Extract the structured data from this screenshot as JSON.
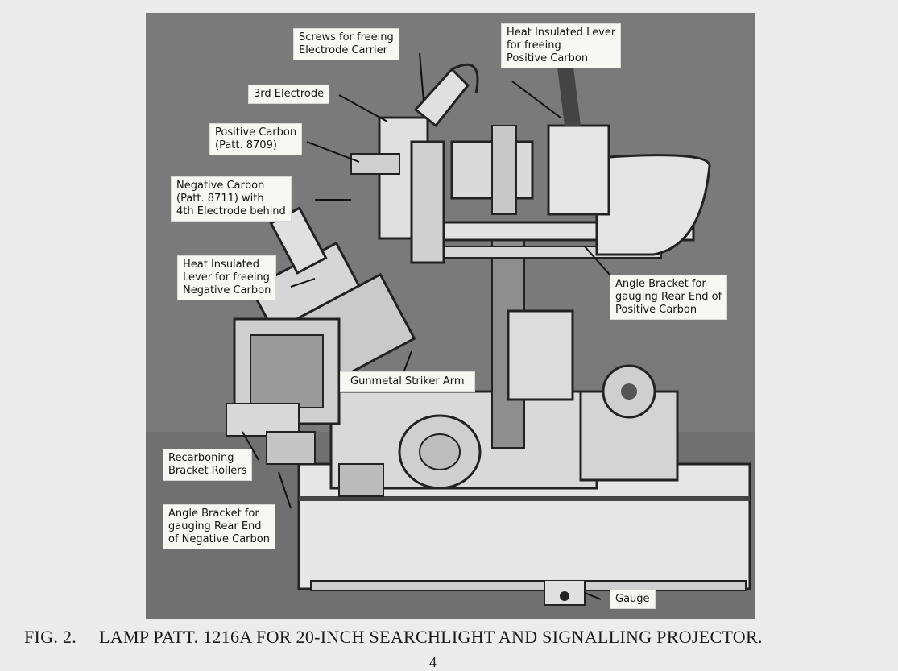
{
  "labels": {
    "screws": "Screws for freeing\nElectrode Carrier",
    "heat_lever_positive": "Heat Insulated Lever\nfor freeing\nPositive Carbon",
    "third_electrode": "3rd Electrode",
    "positive_carbon": "Positive Carbon\n(Patt. 8709)",
    "negative_carbon": "Negative Carbon\n(Patt. 8711) with\n4th Electrode behind",
    "heat_lever_negative": "Heat Insulated\nLever for freeing\nNegative Carbon",
    "angle_bracket_positive": "Angle Bracket for\ngauging Rear End of\nPositive Carbon",
    "striker_arm": "Gunmetal Striker Arm",
    "recarboning": "Recarboning\nBracket Rollers",
    "angle_bracket_negative": "Angle Bracket for\ngauging Rear End\nof Negative Carbon",
    "gauge": "Gauge"
  },
  "caption": {
    "figure": "FIG. 2.",
    "title": "LAMP PATT. 1216A FOR 20-INCH SEARCHLIGHT AND SIGNALLING PROJECTOR."
  },
  "page_number": "4",
  "colors": {
    "photo_bg": "#7c7c7c",
    "label_bg": "#f7f7f3",
    "ink": "#141414"
  }
}
